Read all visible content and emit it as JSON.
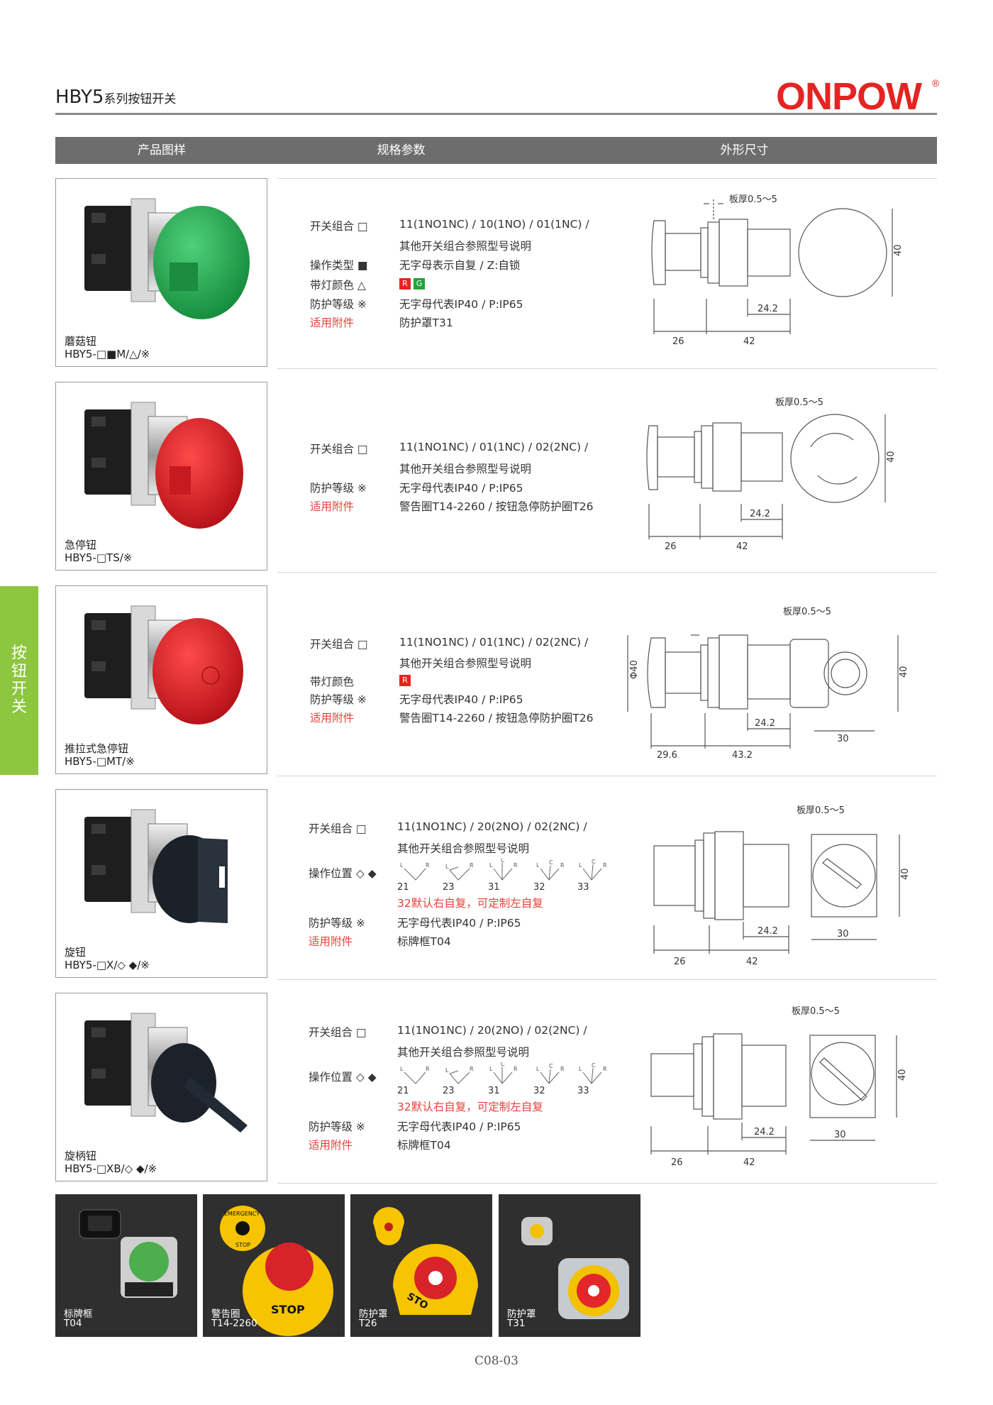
{
  "header": {
    "title_main": "HBY5",
    "title_sub": "系列按钮开关",
    "brand": "ONPOW",
    "registered_mark": "®"
  },
  "columns": [
    "产品图样",
    "规格参数",
    "外形尺寸"
  ],
  "side_tab": [
    "按",
    "钮",
    "开",
    "关"
  ],
  "colors": {
    "accent_green": "#8dc63f",
    "header_gray": "#6d6d6d",
    "accent_red": "#e8413a",
    "lamp_red": "#e52421",
    "lamp_green": "#22a33b"
  },
  "position_diagram": {
    "codes": [
      "21",
      "23",
      "31",
      "32",
      "33"
    ],
    "letters": {
      "left": "L",
      "center": "C",
      "right": "R"
    }
  },
  "products": [
    {
      "name": "蘑菇钮",
      "model": "HBY5-□■M/△/※",
      "specs": [
        {
          "label": "开关组合 □",
          "lines": [
            "11(1NO1NC) / 10(1NO) / 01(1NC) /",
            "其他开关组合参照型号说明"
          ]
        },
        {
          "label": "操作类型 ■",
          "lines": [
            "无字母表示自复 / Z:自锁"
          ]
        },
        {
          "label": "带灯颜色 △",
          "chips": [
            "R",
            "G"
          ]
        },
        {
          "label": "防护等级 ※",
          "lines": [
            "无字母代表IP40 / P:IP65"
          ]
        },
        {
          "label": "适用附件",
          "label_red": true,
          "lines": [
            "防护罩T31"
          ]
        }
      ],
      "dims": {
        "panel": "板厚0.5～5",
        "d1": "26",
        "d2": "42",
        "d3": "24.2",
        "height": "40"
      }
    },
    {
      "name": "急停钮",
      "model": "HBY5-□TS/※",
      "specs": [
        {
          "label": "开关组合 □",
          "lines": [
            "11(1NO1NC) /  01(1NC) / 02(2NC) /",
            "其他开关组合参照型号说明"
          ]
        },
        {
          "label": "防护等级 ※",
          "lines": [
            "无字母代表IP40 / P:IP65"
          ]
        },
        {
          "label": "适用附件",
          "label_red": true,
          "lines": [
            "警告圈T14-2260 / 按钮急停防护圈T26"
          ]
        }
      ],
      "dims": {
        "panel": "板厚0.5～5",
        "d1": "26",
        "d2": "42",
        "d3": "24.2",
        "height": "40"
      }
    },
    {
      "name": "推拉式急停钮",
      "model": "HBY5-□MT/※",
      "specs": [
        {
          "label": "开关组合 □",
          "lines": [
            "11(1NO1NC) /  01(1NC) / 02(2NC) /",
            "其他开关组合参照型号说明"
          ]
        },
        {
          "label": "带灯颜色",
          "chips": [
            "R"
          ]
        },
        {
          "label": "防护等级 ※",
          "lines": [
            "无字母代表IP40 / P:IP65"
          ]
        },
        {
          "label": "适用附件",
          "label_red": true,
          "lines": [
            "警告圈T14-2260 / 按钮急停防护圈T26"
          ]
        }
      ],
      "dims": {
        "panel": "板厚0.5～5",
        "d1": "29.6",
        "d2": "43.2",
        "d3": "24.2",
        "height": "40",
        "phi": "Φ40",
        "width": "30"
      }
    },
    {
      "name": "旋钮",
      "model": "HBY5-□X/◇ ◆/※",
      "specs": [
        {
          "label": "开关组合 □",
          "lines": [
            "11(1NO1NC) / 20(2NO) / 02(2NC) /",
            "其他开关组合参照型号说明"
          ]
        },
        {
          "label": "操作位置 ◇ ◆",
          "diagram": true,
          "note": "32默认右自复，可定制左自复"
        },
        {
          "label": "防护等级 ※",
          "lines": [
            "无字母代表IP40 / P:IP65"
          ]
        },
        {
          "label": "适用附件",
          "label_red": true,
          "lines": [
            "标牌框T04"
          ]
        }
      ],
      "dims": {
        "panel": "板厚0.5～5",
        "d1": "26",
        "d2": "42",
        "d3": "24.2",
        "height": "40",
        "width": "30"
      }
    },
    {
      "name": "旋柄钮",
      "model": "HBY5-□XB/◇ ◆/※",
      "specs": [
        {
          "label": "开关组合 □",
          "lines": [
            "11(1NO1NC) / 20(2NO) / 02(2NC) /",
            "其他开关组合参照型号说明"
          ]
        },
        {
          "label": "操作位置 ◇ ◆",
          "diagram": true,
          "note": "32默认右自复，可定制左自复"
        },
        {
          "label": "防护等级 ※",
          "lines": [
            "无字母代表IP40 / P:IP65"
          ]
        },
        {
          "label": "适用附件",
          "label_red": true,
          "lines": [
            "标牌框T04"
          ]
        }
      ],
      "dims": {
        "panel": "板厚0.5～5",
        "d1": "26",
        "d2": "42",
        "d3": "24.2",
        "height": "40",
        "width": "30"
      }
    }
  ],
  "accessories": [
    {
      "name": "标牌框",
      "code": "T04"
    },
    {
      "name": "警告圈",
      "code": "T14-2260",
      "print_top": "EMERGENCY",
      "print_bottom": "STOP",
      "ring_text": "STOP"
    },
    {
      "name": "防护罩",
      "code": "T26",
      "ring_text": "STO"
    },
    {
      "name": "防护罩",
      "code": "T31"
    }
  ],
  "page_number": "C08-03"
}
